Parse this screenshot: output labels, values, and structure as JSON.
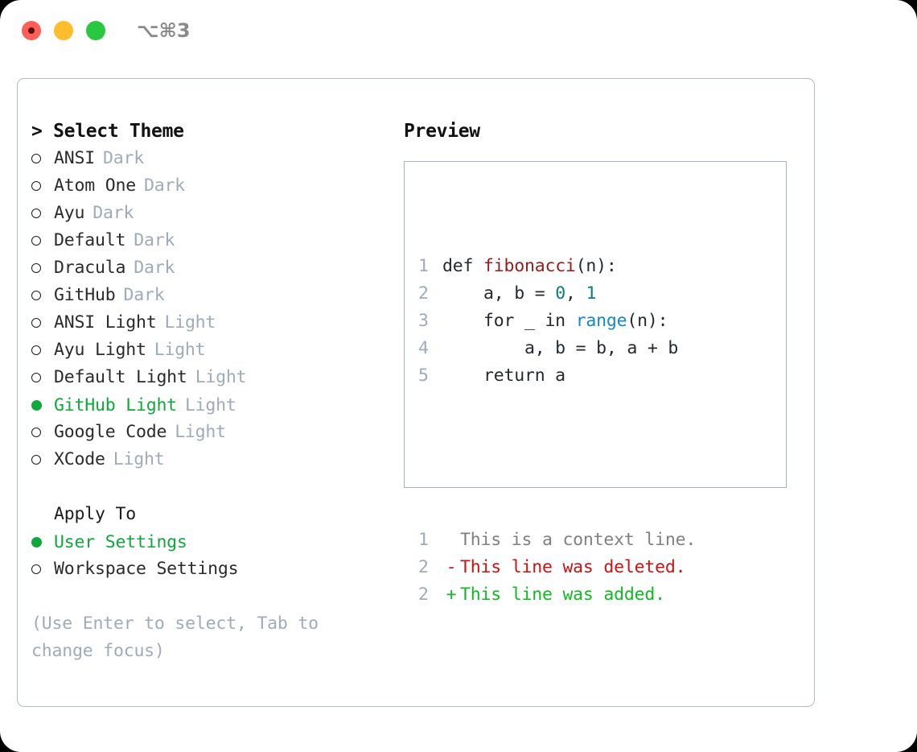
{
  "window": {
    "shortcut": "⌥⌘3",
    "traffic_lights": [
      {
        "name": "close",
        "color": "#ff5f57",
        "recording": true
      },
      {
        "name": "minimize",
        "color": "#ffbd2e",
        "recording": false
      },
      {
        "name": "maximize",
        "color": "#28c840",
        "recording": false
      }
    ]
  },
  "colors": {
    "accent_green": "#0fa83c",
    "muted": "#a0abba",
    "border": "#b3bbc7",
    "text": "#2b2b2b",
    "diff_add": "#0fbb22",
    "diff_del": "#cc1111",
    "syntax_fn": "#9a1b1b",
    "syntax_num": "#0d7d7d",
    "syntax_builtin": "#1188cc"
  },
  "left": {
    "title": "> Select Theme",
    "themes": [
      {
        "name": "ANSI",
        "kind": "Dark",
        "selected": false
      },
      {
        "name": "Atom One",
        "kind": "Dark",
        "selected": false
      },
      {
        "name": "Ayu",
        "kind": "Dark",
        "selected": false
      },
      {
        "name": "Default",
        "kind": "Dark",
        "selected": false
      },
      {
        "name": "Dracula",
        "kind": "Dark",
        "selected": false
      },
      {
        "name": "GitHub",
        "kind": "Dark",
        "selected": false
      },
      {
        "name": "ANSI Light",
        "kind": "Light",
        "selected": false
      },
      {
        "name": "Ayu Light",
        "kind": "Light",
        "selected": false
      },
      {
        "name": "Default Light",
        "kind": "Light",
        "selected": false
      },
      {
        "name": "GitHub Light",
        "kind": "Light",
        "selected": true
      },
      {
        "name": "Google Code",
        "kind": "Light",
        "selected": false
      },
      {
        "name": "XCode",
        "kind": "Light",
        "selected": false
      }
    ],
    "apply_to": {
      "title": "Apply To",
      "options": [
        {
          "label": "User Settings",
          "selected": true
        },
        {
          "label": "Workspace Settings",
          "selected": false
        }
      ]
    },
    "hint": "(Use Enter to select, Tab to change focus)"
  },
  "right": {
    "label": "Preview",
    "code_lines": [
      {
        "no": "1",
        "parts": [
          {
            "t": "def ",
            "c": "plain"
          },
          {
            "t": "fibonacci",
            "c": "fn"
          },
          {
            "t": "(n):",
            "c": "plain"
          }
        ]
      },
      {
        "no": "2",
        "parts": [
          {
            "t": "    a, b = ",
            "c": "plain"
          },
          {
            "t": "0",
            "c": "num"
          },
          {
            "t": ", ",
            "c": "plain"
          },
          {
            "t": "1",
            "c": "num"
          }
        ]
      },
      {
        "no": "3",
        "parts": [
          {
            "t": "    for _ in ",
            "c": "plain"
          },
          {
            "t": "range",
            "c": "builtin"
          },
          {
            "t": "(n):",
            "c": "plain"
          }
        ]
      },
      {
        "no": "4",
        "parts": [
          {
            "t": "        a, b = b, a + b",
            "c": "plain"
          }
        ]
      },
      {
        "no": "5",
        "parts": [
          {
            "t": "    return a",
            "c": "plain"
          }
        ]
      }
    ],
    "diff_lines": [
      {
        "no": "1",
        "marker": " ",
        "text": "This is a context line.",
        "kind": "ctx"
      },
      {
        "no": "2",
        "marker": "-",
        "text": "This line was deleted.",
        "kind": "del"
      },
      {
        "no": "2",
        "marker": "+",
        "text": "This line was added.",
        "kind": "add"
      }
    ]
  }
}
